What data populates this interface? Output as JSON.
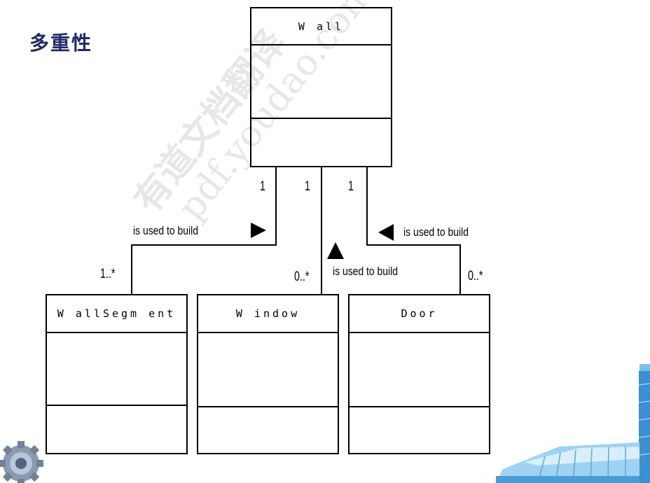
{
  "slide": {
    "title": "多重性"
  },
  "classes": {
    "wall": "W all",
    "wall_segment": "W allSegm ent",
    "window": "W indow",
    "door": "Door"
  },
  "associations": {
    "wall_segment": {
      "label": "is used to build",
      "wall_end": "1",
      "part_end": "1..*"
    },
    "window": {
      "label": "is used to build",
      "wall_end": "1",
      "part_end": "0..*"
    },
    "door": {
      "label": "is used to build",
      "wall_end": "1",
      "part_end": "0..*"
    }
  },
  "watermark": {
    "line1": "有道文档翻译",
    "line2": "pdf.youdao.com"
  },
  "colors": {
    "title": "#1f2a6b",
    "lines": "#000000"
  },
  "icons": [
    "gear-icon",
    "building-graphic"
  ]
}
